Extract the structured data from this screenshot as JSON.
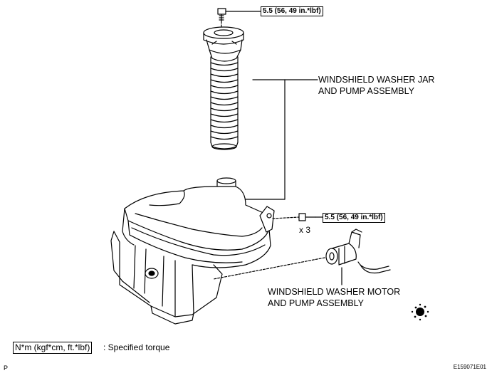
{
  "diagram": {
    "torque_top": "5.5 (56, 49 in.*lbf)",
    "torque_side": "5.5 (56, 49 in.*lbf)",
    "quantity": "x 3",
    "label_jar": [
      "WINDSHIELD WASHER JAR",
      "AND PUMP ASSEMBLY"
    ],
    "label_motor": [
      "WINDSHIELD WASHER MOTOR",
      "AND PUMP ASSEMBLY"
    ],
    "legend_unit": "N*m (kgf*cm, ft.*lbf)",
    "legend_text": ": Specified torque",
    "corner_letter": "P",
    "figure_id": "E159071E01"
  }
}
